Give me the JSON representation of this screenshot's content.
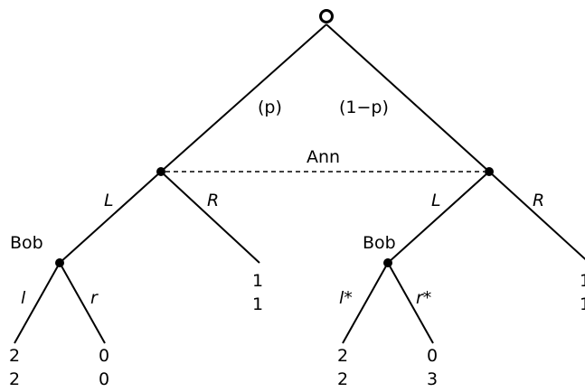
{
  "tree": {
    "chance": {
      "left_prob": "(p)",
      "right_prob": "(1−p)"
    },
    "info_set_player": "Ann",
    "ann_actions": {
      "left": "L",
      "right": "R"
    },
    "bob_left": {
      "player": "Bob",
      "left_action": "l",
      "right_action": "r"
    },
    "bob_right": {
      "player": "Bob",
      "left_action": "l*",
      "right_action": "r*"
    },
    "payoffs": {
      "ll": {
        "ann": "2",
        "bob": "2"
      },
      "lr": {
        "ann": "0",
        "bob": "0"
      },
      "lR": {
        "ann": "1",
        "bob": "1"
      },
      "rl": {
        "ann": "2",
        "bob": "2"
      },
      "rr": {
        "ann": "0",
        "bob": "3"
      },
      "rR": {
        "ann": "1",
        "bob": "1"
      }
    }
  }
}
